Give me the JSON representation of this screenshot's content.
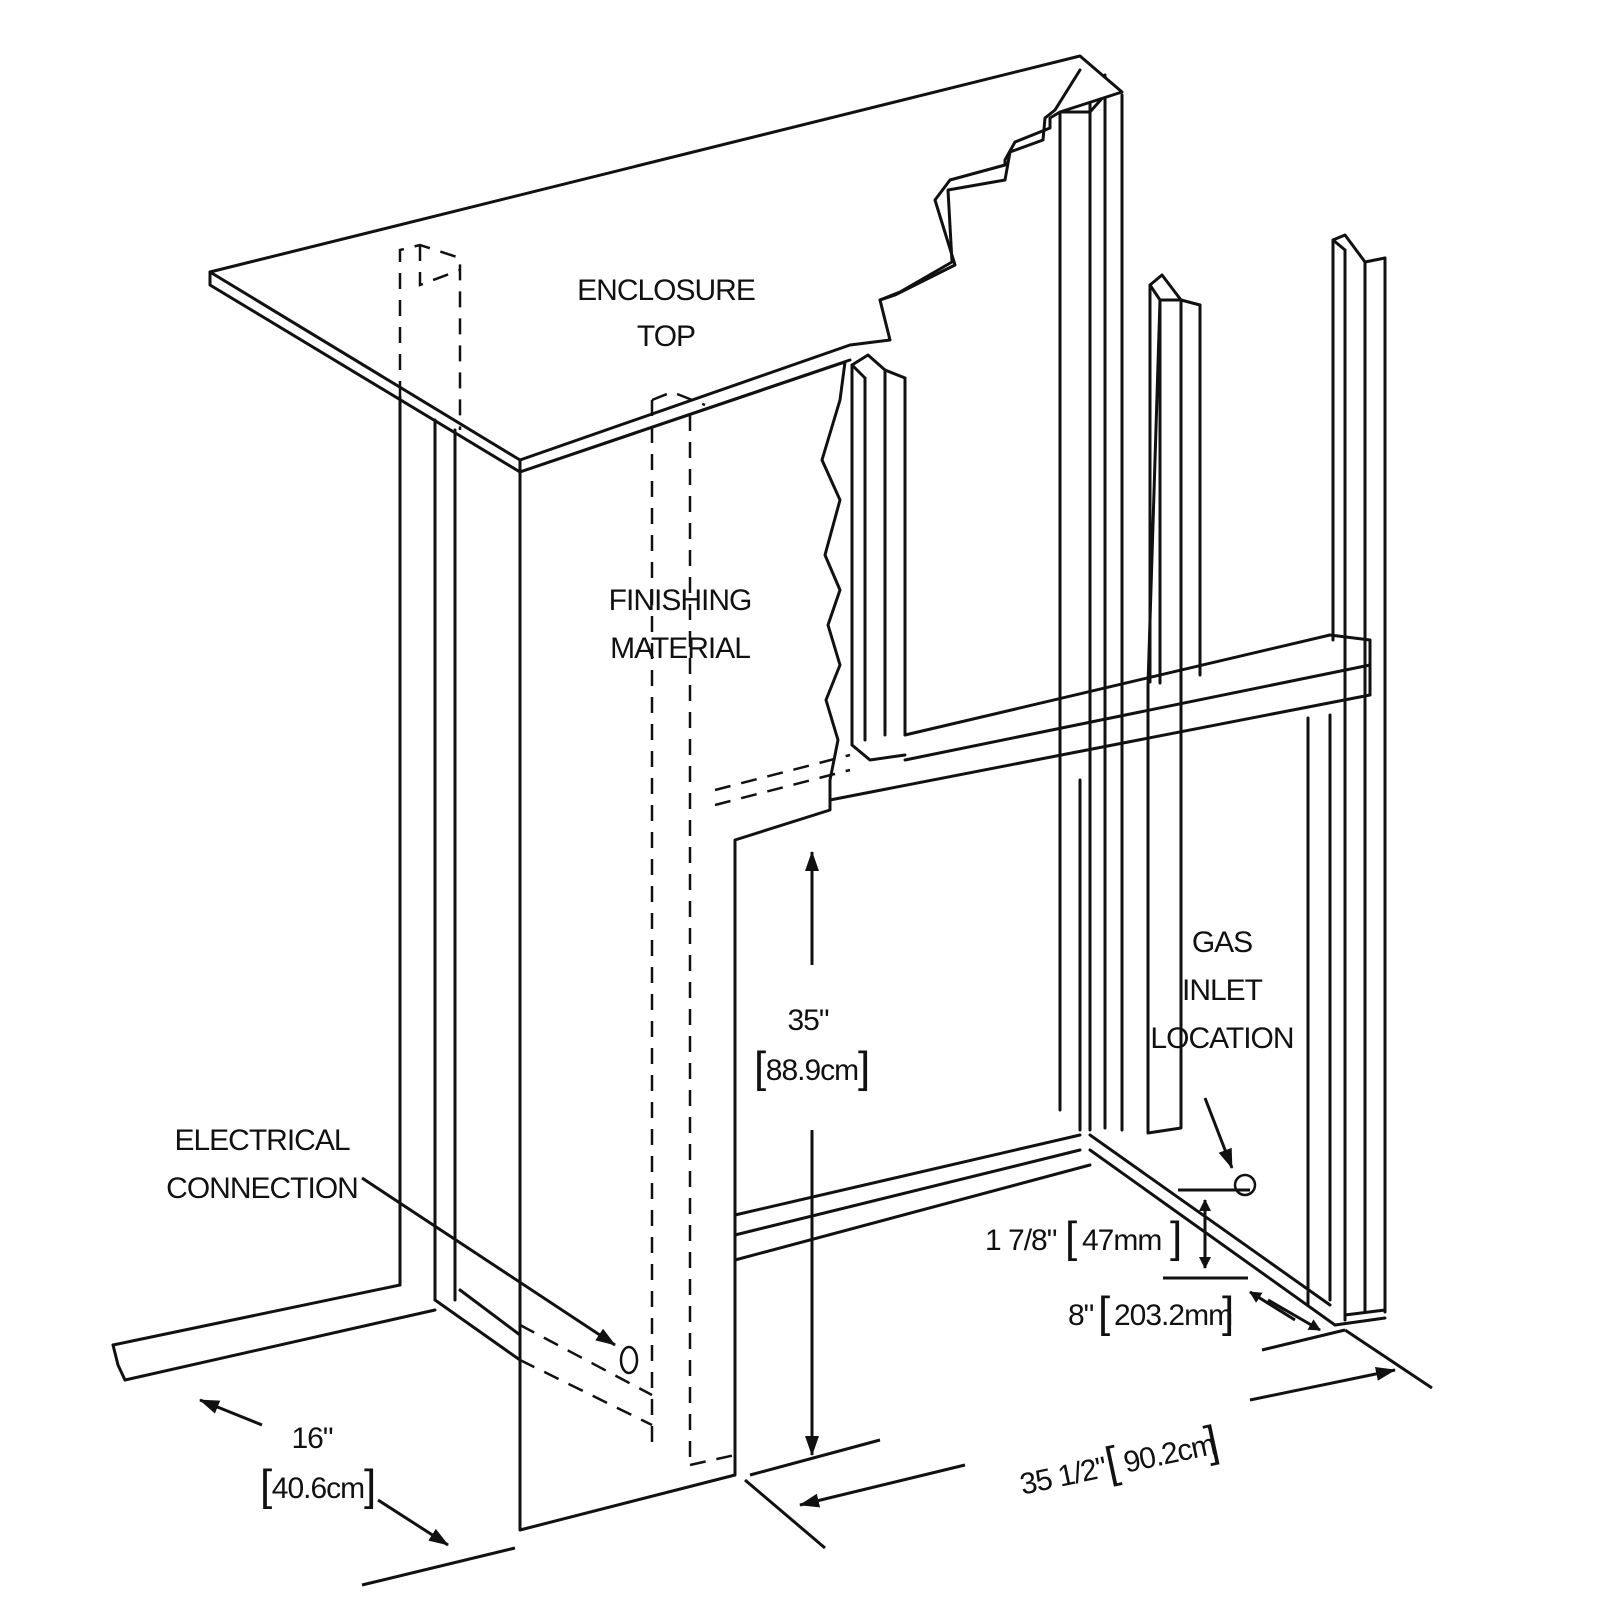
{
  "labels": {
    "enclosure_top": [
      "ENCLOSURE",
      "TOP"
    ],
    "finishing_material": [
      "FINISHING",
      "MATERIAL"
    ],
    "gas_inlet": [
      "GAS",
      "INLET",
      "LOCATION"
    ],
    "electrical": [
      "ELECTRICAL",
      "CONNECTION"
    ]
  },
  "dimensions": {
    "height": {
      "imperial": "35\"",
      "metric": "88.9cm"
    },
    "depth": {
      "imperial": "16\"",
      "metric": "40.6cm"
    },
    "width": {
      "imperial": "35 1/2\"",
      "metric": "90.2cm"
    },
    "gas_height": {
      "imperial": "1 7/8\"",
      "metric": "47mm"
    },
    "gas_offset": {
      "imperial": "8\"",
      "metric": "203.2mm"
    }
  },
  "markers": {
    "electrical_connection": "circle",
    "gas_inlet": "circle"
  }
}
